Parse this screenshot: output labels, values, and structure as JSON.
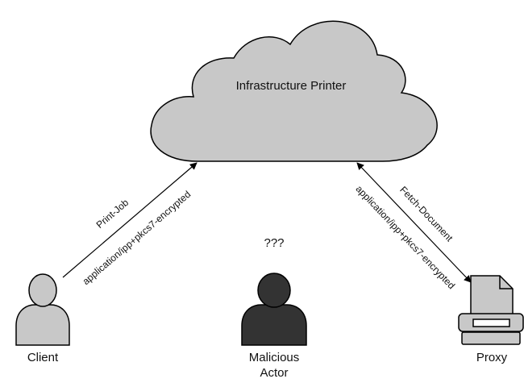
{
  "cloud": {
    "label": "Infrastructure Printer"
  },
  "client": {
    "label": "Client"
  },
  "attacker": {
    "label_line1": "Malicious",
    "label_line2": "Actor",
    "unknown": "???"
  },
  "proxy": {
    "label": "Proxy"
  },
  "edges": {
    "client_to_cloud": {
      "operation": "Print-Job",
      "content_type": "application/ipp+pkcs7-encrypted"
    },
    "cloud_proxy": {
      "operation": "Fetch-Document",
      "content_type": "application/ipp+pkcs7-encrypted"
    }
  },
  "colors": {
    "cloud_fill": "#c8c8c8",
    "person_light": "#c8c8c8",
    "person_dark": "#333333",
    "stroke": "#000000"
  }
}
